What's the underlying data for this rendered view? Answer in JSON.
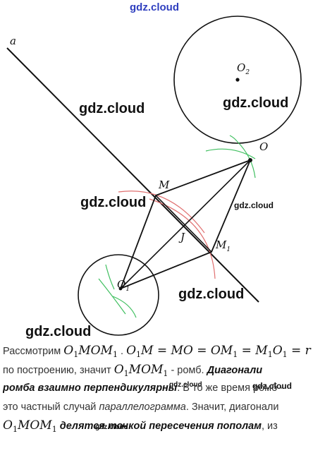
{
  "watermarks": {
    "top": "gdz.cloud",
    "mark": "gdz.cloud"
  },
  "figure": {
    "labels": {
      "line": "a",
      "o2": "O",
      "o2_sub": "2",
      "o": "O",
      "m": "M",
      "j": "J",
      "m1": "M",
      "m1_sub": "1",
      "o1": "O",
      "o1_sub": "1"
    },
    "colors": {
      "lines": "#111111",
      "arc_red": "#e07070",
      "arc_green": "#3fbf5f"
    }
  },
  "text": {
    "l1_a": "Рассмотрим ",
    "l1_m1": "O",
    "l1_m1s": "1",
    "l1_m2": "MOM",
    "l1_m2s": "1",
    "l1_sep": " . ",
    "l1_eq_a": "O",
    "l1_eq_as": "1",
    "l1_eq_b": "M = MO = OM",
    "l1_eq_bs": "1",
    "l1_eq_c": " = M",
    "l1_eq_cs": "1",
    "l1_eq_d": "O",
    "l1_eq_ds": "1",
    "l1_eq_e": " = r",
    "l2_a": "по построению, значит ",
    "l2_m1": "O",
    "l2_m1s": "1",
    "l2_m2": "MOM",
    "l2_m2s": "1",
    "l2_b": " - ромб. ",
    "l2_c": "Диагонали",
    "l3_a": "ромба взаимно перпендикулярны",
    "l3_b": ". В то же время ромб -",
    "l4_a": "это частный случай ",
    "l4_b": "параллелограмма",
    "l4_c": ". Значит, диагонали",
    "l5_m1": "O",
    "l5_m1s": "1",
    "l5_m2": "MOM",
    "l5_m2s": "1",
    "l5_a": " делятся точкой пересечения пополам",
    "l5_b": ", из"
  }
}
